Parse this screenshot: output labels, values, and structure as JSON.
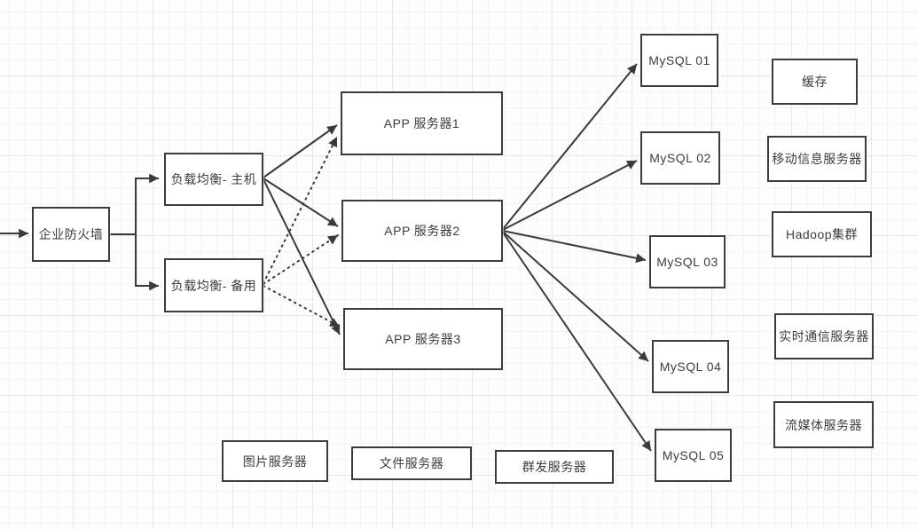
{
  "diagram_title": "server-architecture-diagram",
  "colors": {
    "edge_stroke": "#3a3a3a",
    "node_border": "#3c3c3c",
    "node_fill": "#ffffff",
    "label_text": "#3d3d3d",
    "grid_line": "#e7e7e7"
  },
  "nodes": {
    "firewall": {
      "label": "企业防火墙"
    },
    "lb_primary": {
      "label": "负载均衡- 主机"
    },
    "lb_backup": {
      "label": "负载均衡- 备用"
    },
    "app1": {
      "label": "APP 服务器1"
    },
    "app2": {
      "label": "APP 服务器2"
    },
    "app3": {
      "label": "APP 服务器3"
    },
    "mysql01": {
      "label": "MySQL 01"
    },
    "mysql02": {
      "label": "MySQL 02"
    },
    "mysql03": {
      "label": "MySQL 03"
    },
    "mysql04": {
      "label": "MySQL 04"
    },
    "mysql05": {
      "label": "MySQL 05"
    },
    "cache": {
      "label": "缓存"
    },
    "mobile_info": {
      "label": "移动信息服务器"
    },
    "hadoop": {
      "label": "Hadoop集群"
    },
    "realtime": {
      "label": "实时通信服务器"
    },
    "streaming": {
      "label": "流媒体服务器"
    },
    "image_server": {
      "label": "图片服务器"
    },
    "file_server": {
      "label": "文件服务器"
    },
    "mass_server": {
      "label": "群发服务器"
    }
  },
  "edges": [
    {
      "from": "external",
      "to": "firewall",
      "style": "solid"
    },
    {
      "from": "firewall",
      "to": "lb_primary",
      "style": "solid-elbow"
    },
    {
      "from": "firewall",
      "to": "lb_backup",
      "style": "solid-elbow"
    },
    {
      "from": "lb_primary",
      "to": "app1",
      "style": "solid"
    },
    {
      "from": "lb_primary",
      "to": "app2",
      "style": "solid"
    },
    {
      "from": "lb_primary",
      "to": "app3",
      "style": "solid"
    },
    {
      "from": "lb_backup",
      "to": "app1",
      "style": "dotted"
    },
    {
      "from": "lb_backup",
      "to": "app2",
      "style": "dotted"
    },
    {
      "from": "lb_backup",
      "to": "app3",
      "style": "dotted"
    },
    {
      "from": "app2",
      "to": "mysql01",
      "style": "solid"
    },
    {
      "from": "app2",
      "to": "mysql02",
      "style": "solid"
    },
    {
      "from": "app2",
      "to": "mysql03",
      "style": "solid"
    },
    {
      "from": "app2",
      "to": "mysql04",
      "style": "solid"
    },
    {
      "from": "app2",
      "to": "mysql05",
      "style": "solid"
    }
  ]
}
